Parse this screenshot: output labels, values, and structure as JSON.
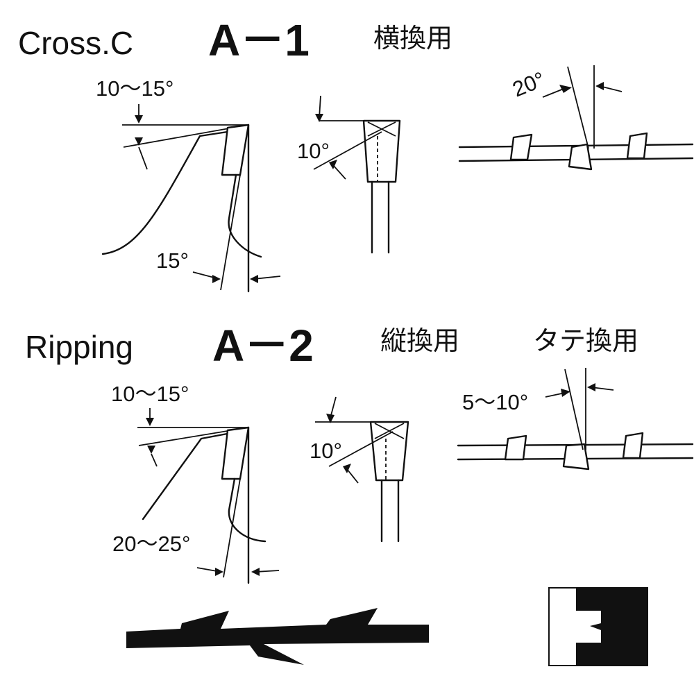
{
  "sections": [
    {
      "id": "cross-cut",
      "title": "Cross.C",
      "code": "A－1",
      "usage_label": "横換用",
      "usage_label_2": "",
      "angles": {
        "top_clearance": "10～15°",
        "side_hook": "15°",
        "bevel": "10°",
        "side_view": "20°"
      }
    },
    {
      "id": "ripping",
      "title": "Ripping",
      "code": "A－2",
      "usage_label": "縦換用",
      "usage_label_2": "タテ換用",
      "angles": {
        "top_clearance": "10～15°",
        "side_hook": "20～25°",
        "bevel": "10°",
        "side_view": "5～10°"
      }
    }
  ],
  "icons": {
    "blade_silhouette": "saw-blade-profile-icon",
    "tooth_block": "tooth-block-icon"
  },
  "colors": {
    "ink": "#111111",
    "paper": "#ffffff"
  }
}
